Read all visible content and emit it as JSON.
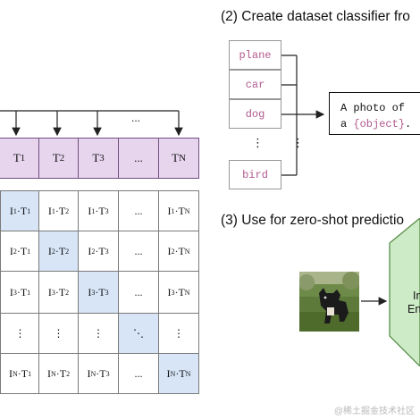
{
  "section2_title": "(2) Create dataset classifier fro",
  "section3_title": "(3) Use for zero-shot predictio",
  "classes": [
    "plane",
    "car",
    "dog",
    "⋮",
    "bird"
  ],
  "prompt": {
    "prefix": "A photo of",
    "line2_start": "a ",
    "object": "{object}",
    "line2_end": "."
  },
  "encoder_label_line1": "In",
  "encoder_label_line2": "En",
  "top_ellipsis": "...",
  "text_row": [
    {
      "base": "T",
      "sub": "1"
    },
    {
      "base": "T",
      "sub": "2"
    },
    {
      "base": "T",
      "sub": "3"
    },
    {
      "base": "...",
      "sub": ""
    },
    {
      "base": "T",
      "sub": "N"
    }
  ],
  "grid_rows": [
    [
      [
        "I",
        "1",
        "T",
        "1"
      ],
      [
        "I",
        "1",
        "T",
        "2"
      ],
      [
        "I",
        "1",
        "T",
        "3"
      ],
      [
        "...",
        "",
        "",
        ""
      ],
      [
        "I",
        "1",
        "T",
        "N"
      ]
    ],
    [
      [
        "I",
        "2",
        "T",
        "1"
      ],
      [
        "I",
        "2",
        "T",
        "2"
      ],
      [
        "I",
        "2",
        "T",
        "3"
      ],
      [
        "...",
        "",
        "",
        ""
      ],
      [
        "I",
        "2",
        "T",
        "N"
      ]
    ],
    [
      [
        "I",
        "3",
        "T",
        "1"
      ],
      [
        "I",
        "3",
        "T",
        "2"
      ],
      [
        "I",
        "3",
        "T",
        "3"
      ],
      [
        "...",
        "",
        "",
        ""
      ],
      [
        "I",
        "3",
        "T",
        "N"
      ]
    ],
    [
      [
        "⋮",
        "",
        "",
        ""
      ],
      [
        "⋮",
        "",
        "",
        ""
      ],
      [
        "⋮",
        "",
        "",
        ""
      ],
      [
        "⋱",
        "",
        "",
        ""
      ],
      [
        "⋮",
        "",
        "",
        ""
      ]
    ],
    [
      [
        "I",
        "N",
        "T",
        "1"
      ],
      [
        "I",
        "N",
        "T",
        "2"
      ],
      [
        "I",
        "N",
        "T",
        "3"
      ],
      [
        "...",
        "",
        "",
        ""
      ],
      [
        "I",
        "N",
        "T",
        "N"
      ]
    ]
  ],
  "diag_color": "#d7e5f7",
  "text_color": "#e7d5ee",
  "watermark": "@稀土掘金技术社区"
}
